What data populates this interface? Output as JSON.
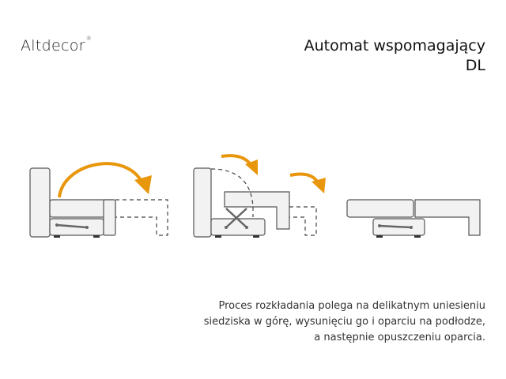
{
  "brand": {
    "name": "Altdecor",
    "mark": "®"
  },
  "title": {
    "line1": "Automat wspomagający",
    "line2": "DL"
  },
  "description": {
    "line1": "Proces rozkładania polega na delikatnym uniesieniu",
    "line2": "siedziska w górę, wysunięciu go i oparciu na podłodze,",
    "line3": "a następnie opuszczeniu oparcia."
  },
  "colors": {
    "arrow": "#E8960C",
    "outline": "#555555",
    "fill": "#F2F2F2",
    "legs": "#333333"
  },
  "steps": [
    {
      "name": "step-1",
      "arrows": 1
    },
    {
      "name": "step-2",
      "arrows": 2
    },
    {
      "name": "step-3",
      "arrows": 0
    }
  ]
}
